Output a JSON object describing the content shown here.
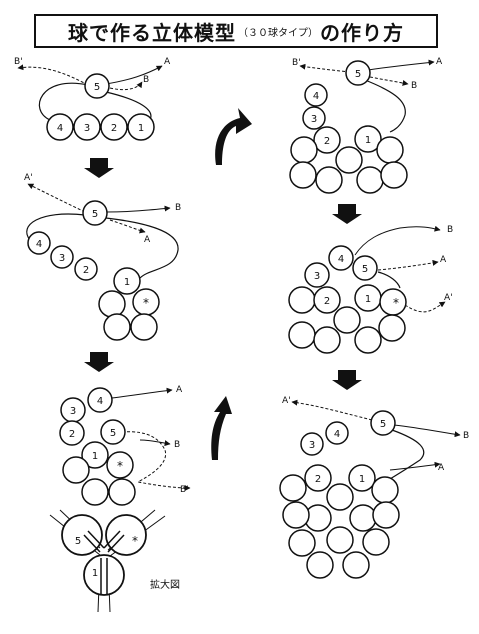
{
  "title": {
    "main": "球で作る立体模型",
    "note": "（３０球タイプ）",
    "suffix": "の作り方"
  },
  "labels": {
    "a": "A",
    "a_prime": "A'",
    "b": "B",
    "b_prime": "B'",
    "star": "*",
    "n1": "1",
    "n2": "2",
    "n3": "3",
    "n4": "4",
    "n5": "5",
    "enlarged": "拡大図"
  }
}
